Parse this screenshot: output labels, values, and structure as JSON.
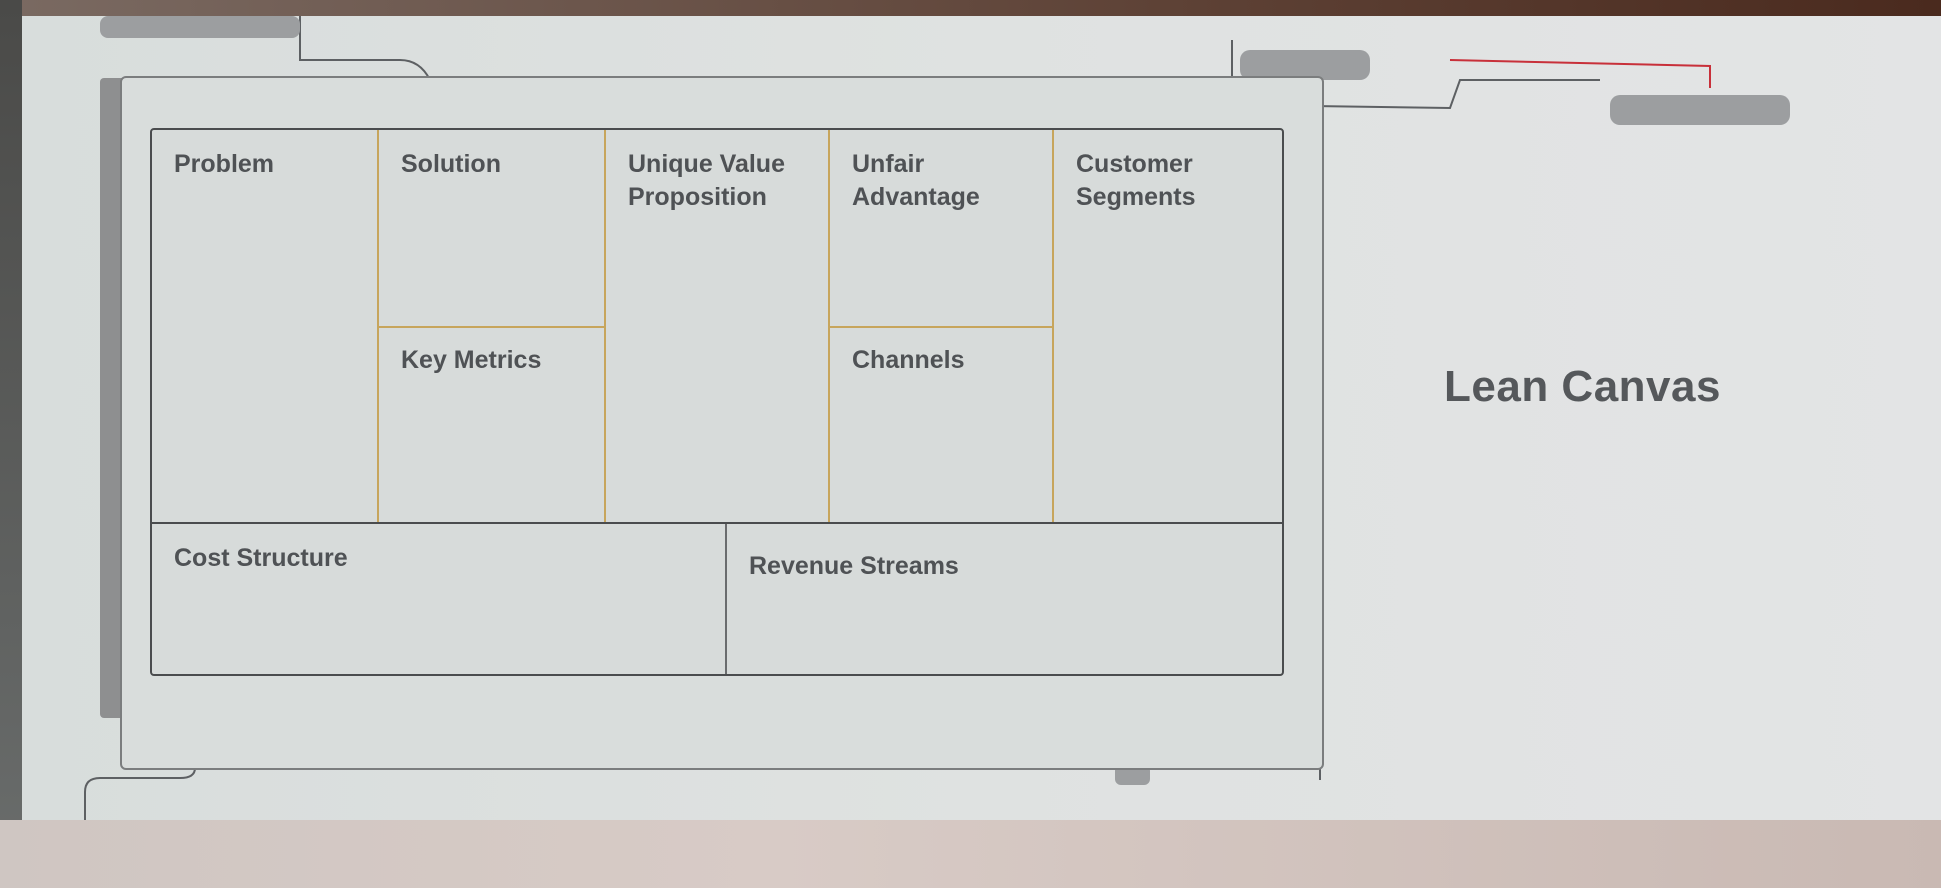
{
  "slide": {
    "title": "Lean Canvas"
  },
  "canvas": {
    "problem": "Problem",
    "solution": "Solution",
    "key_metrics": "Key Metrics",
    "unique_value_proposition": "Unique Value\nProposition",
    "unfair_advantage": "Unfair\nAdvantage",
    "channels": "Channels",
    "customer_segments": "Customer\nSegments",
    "cost_structure": "Cost Structure",
    "revenue_streams": "Revenue Streams"
  },
  "colors": {
    "divider_gold": "#c7a55c",
    "border_dark": "#4a4c4e",
    "label_text": "#4f5255",
    "accent_red": "#c8303a"
  }
}
